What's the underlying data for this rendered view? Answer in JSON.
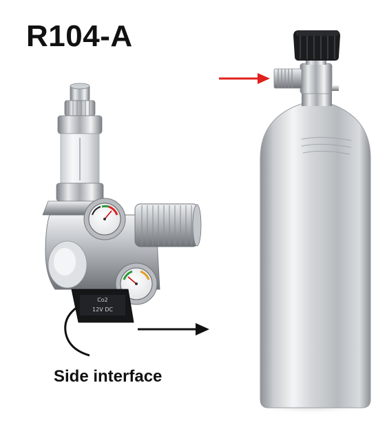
{
  "title": "R104-A",
  "caption": "Side interface",
  "regulator": {
    "label_line1": "Co2",
    "label_line2": "12V DC"
  },
  "colors": {
    "arrow_red": "#e0201c",
    "arrow_black": "#111111",
    "text": "#111111",
    "background": "#ffffff"
  }
}
